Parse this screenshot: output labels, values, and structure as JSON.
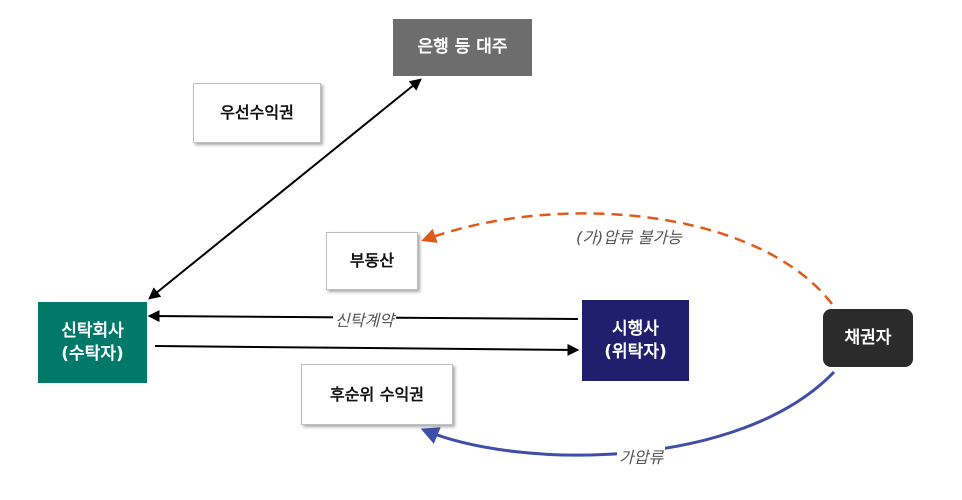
{
  "nodes": {
    "bank": "은행 등 대주",
    "senior_rights": "우선수익권",
    "real_estate": "부동산",
    "trust_company": "신탁회사\n(수탁자)",
    "developer": "시행사\n(위탁자)",
    "creditor": "채권자",
    "junior_rights": "후순위 수익권"
  },
  "edges": {
    "trust_contract": "신탁계약",
    "no_seizure": "(가)압류 불가능",
    "provisional_seizure": "가압류"
  },
  "colors": {
    "bank": "#6d6d6d",
    "trust_company": "#00796b",
    "developer": "#1f1f6e",
    "creditor": "#2b2b2b",
    "dashed_arrow": "#e05a1c",
    "seizure_arrow": "#3f4fa8",
    "black_arrow": "#000000"
  }
}
